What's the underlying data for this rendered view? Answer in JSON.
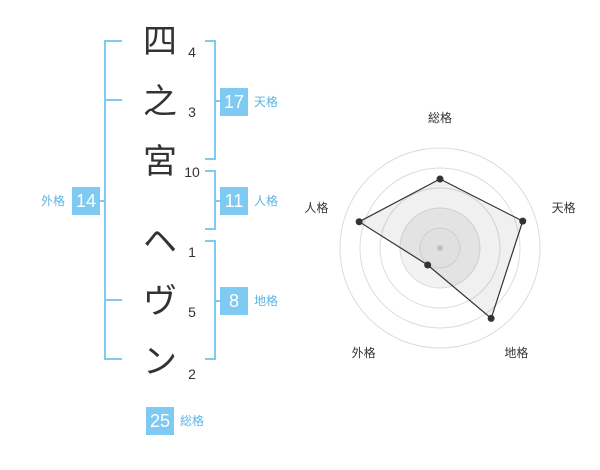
{
  "name_chars": [
    {
      "char": "四",
      "strokes": "4"
    },
    {
      "char": "之",
      "strokes": "3"
    },
    {
      "char": "宮",
      "strokes": "10"
    },
    {
      "char": "ヘ",
      "strokes": "1"
    },
    {
      "char": "ヴ",
      "strokes": "5"
    },
    {
      "char": "ン",
      "strokes": "2"
    }
  ],
  "fortune": {
    "tenkaku": {
      "value": "17",
      "label": "天格"
    },
    "jinkaku": {
      "value": "11",
      "label": "人格"
    },
    "chikaku": {
      "value": "8",
      "label": "地格"
    },
    "gaikaku": {
      "value": "14",
      "label": "外格"
    },
    "soukaku": {
      "value": "25",
      "label": "総格"
    }
  },
  "colors": {
    "accent": "#7fcaf2",
    "accent_text": "#5bb3e6",
    "text": "#333333"
  },
  "chart_data": {
    "type": "radar",
    "axes": [
      "総格",
      "天格",
      "地格",
      "外格",
      "人格"
    ],
    "values": [
      0.69,
      0.87,
      0.87,
      0.21,
      0.85
    ],
    "max": 1,
    "rings": 5
  }
}
